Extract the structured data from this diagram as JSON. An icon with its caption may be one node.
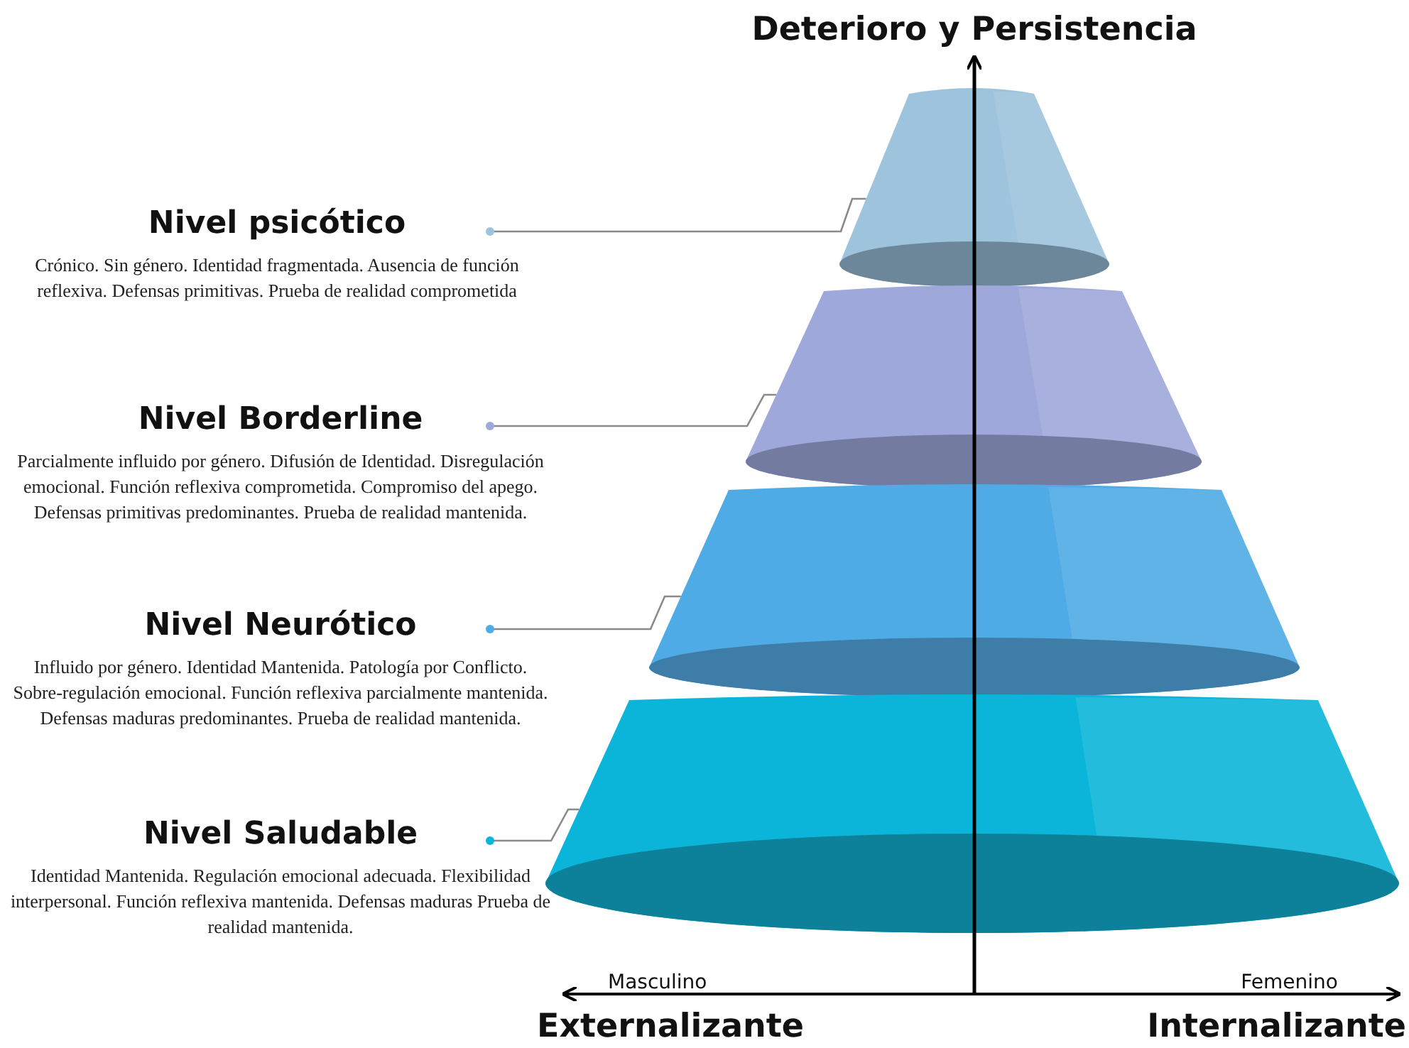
{
  "diagram": {
    "nodes": [
      {
        "text": [
          "Nivel psicótico",
          "Crónico. Sin género. Identidad fragmentada. Ausencia de función reflexiva. Defensas primitivas. Prueba de realidad comprometida"
        ]
      },
      {
        "text": [
          "Nivel Borderline",
          "Parcialmente influido por género. Difusión de Identidad. Disregulación emocional. Función reflexiva comprometida. Compromiso del apego. Defensas primitivas predominantes. Prueba de realidad mantenida."
        ]
      },
      {
        "text": [
          "Nivel Neurótico",
          "Influido por género. Identidad Mantenida. Patología por Conflicto. Sobre-regulación emocional. Función reflexiva parcialmente mantenida. Defensas maduras predominantes. Prueba de realidad mantenida."
        ]
      },
      {
        "text": [
          "Nivel Saludable",
          "Identidad Mantenida. Regulación emocional adecuada. Flexibilidad interpersonal. Función reflexiva mantenida. Defensas maduras Prueba de realidad mantenida."
        ]
      },
      {
        "text": [],
        "shape": "cone"
      },
      {
        "text": [],
        "shape": "cone"
      },
      {
        "text": [],
        "shape": "cone"
      },
      {
        "text": [],
        "shape": "cone"
      }
    ],
    "edges": [
      {
        "from": 0,
        "to": 4,
        "arrow": "other"
      },
      {
        "from": 1,
        "to": 5,
        "arrow": "other"
      },
      {
        "from": 2,
        "to": 6,
        "arrow": "other"
      },
      {
        "from": 3,
        "to": 7,
        "arrow": "other"
      }
    ],
    "labels": [
      "Deterioro y Persistencia",
      "Masculino",
      "Femenino",
      "Externalizante",
      "Internalizante"
    ]
  }
}
